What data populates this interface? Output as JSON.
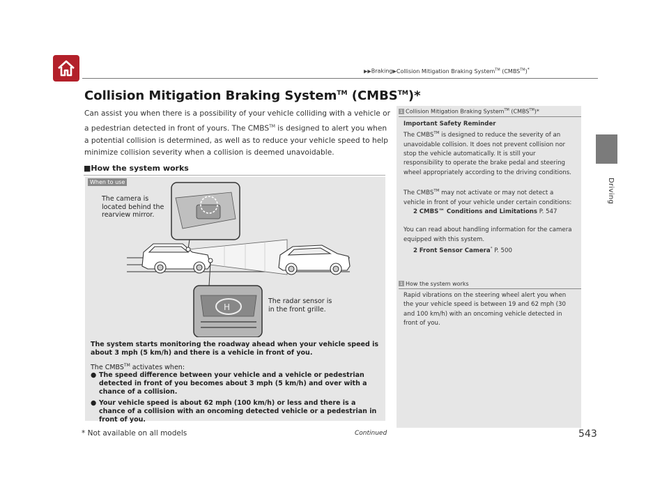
{
  "breadcrumb": {
    "part1": "Braking",
    "part2": "Collision Mitigation Braking System",
    "part2_tm": "TM",
    "part2_mid": " (CMBS",
    "part2_tm2": "TM",
    "part2_end": ")",
    "part2_asterisk": "*"
  },
  "side_tab": {
    "label": "Driving"
  },
  "heading": {
    "text": "Collision Mitigation Braking System",
    "tm": "TM",
    "mid": " (CMBS",
    "tm2": "TM",
    "end": ")*"
  },
  "intro": {
    "part1": "Can assist you when there is a possibility of your vehicle colliding with a vehicle or a pedestrian detected in front of yours. The CMBS",
    "tm": "TM",
    "part2": " is designed to alert you when a potential collision is determined, as well as to reduce your vehicle speed to help minimize collision severity when a collision is deemed unavoidable."
  },
  "section": {
    "marker": "■",
    "heading": "How the system works"
  },
  "figure": {
    "badge": "When to use",
    "camera_label": "The camera is located behind the rearview mirror.",
    "radar_label": "The radar sensor is in the front grille."
  },
  "monitoring_text": "The system starts monitoring the roadway ahead when your vehicle speed is about 3 mph (5 km/h) and there is a vehicle in front of you.",
  "activates": {
    "lead": "The CMBS",
    "tm": "TM",
    "lead_end": " activates when:",
    "bullet": "●",
    "items": [
      "The speed difference between your vehicle and a vehicle or pedestrian detected in front of you becomes about 3 mph (5 km/h) and over with a chance of a collision.",
      "Your vehicle speed is about 62 mph (100 km/h) or less and there is a chance of a collision with an oncoming detected vehicle or a pedestrian in front of you."
    ]
  },
  "note1": {
    "icon": "1",
    "title": "Collision Mitigation Braking System",
    "title_tm": "TM",
    "title_mid": " (CMBS",
    "title_tm2": "TM",
    "title_end": ")*",
    "heading": "Important Safety Reminder",
    "p1_start": "The CMBS",
    "p1_tm": "TM",
    "p1_end": " is designed to reduce the severity of an unavoidable collision. It does not prevent collision nor stop the vehicle automatically. It is still your responsibility to operate the brake pedal and steering wheel appropriately according to the driving conditions.",
    "p2_start": "The CMBS",
    "p2_tm": "TM",
    "p2_end": " may not activate or may not detect a vehicle in front of your vehicle under certain conditions:",
    "ref1_arrow": "2",
    "ref1_label": "CMBS™ Conditions and Limitations",
    "ref1_page": " P. 547",
    "p3": "You can read about handling information for the camera equipped with this system.",
    "ref2_arrow": "2",
    "ref2_label": "Front Sensor Camera",
    "ref2_star": "*",
    "ref2_page": " P. 500"
  },
  "note2": {
    "icon": "1",
    "title": "How the system works",
    "text": "Rapid vibrations on the steering wheel alert you when the your vehicle speed is between 19 and 62 mph (30 and 100 km/h) with an oncoming vehicle detected in front of you."
  },
  "footer": {
    "footnote": "* Not available on all models",
    "continued": "Continued",
    "page_number": "543"
  },
  "colors": {
    "home_button": "#b3202a",
    "side_tab": "#7b7b7b",
    "panel_bg": "#e6e6e6"
  }
}
